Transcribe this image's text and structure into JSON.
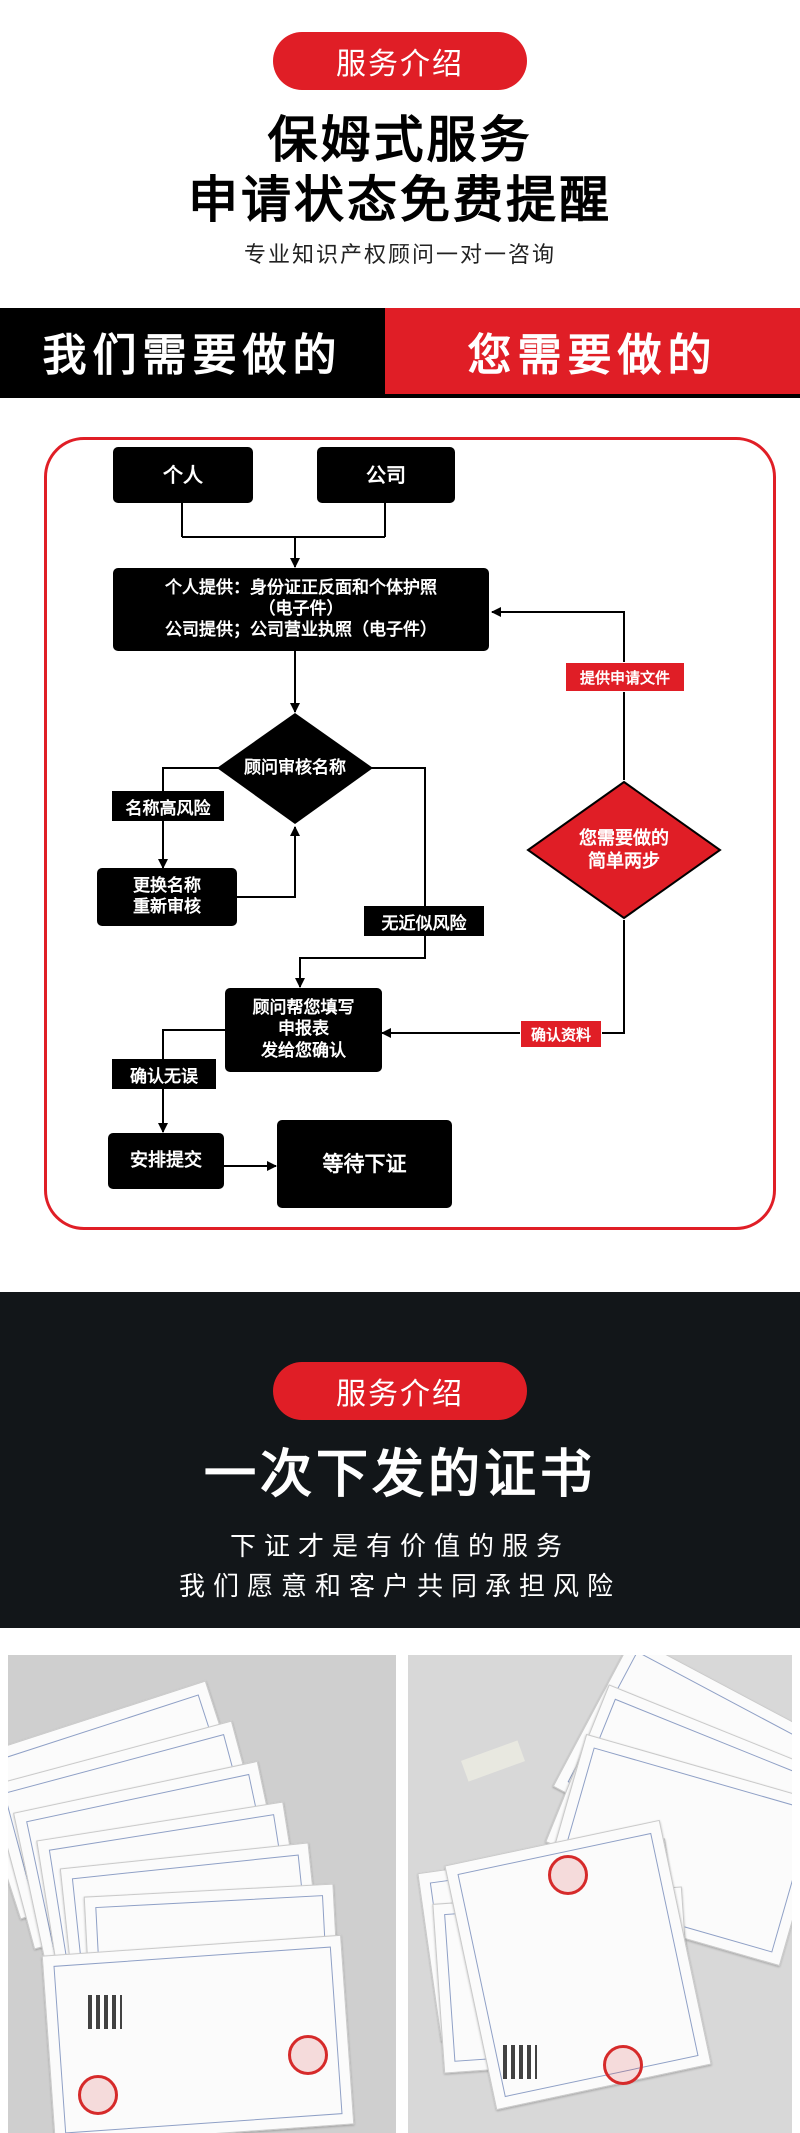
{
  "top": {
    "pill_label": "服务介绍",
    "headline_line1": "保姆式服务",
    "headline_line2": "申请状态免费提醒",
    "subline": "专业知识产权顾问一对一咨询"
  },
  "band": {
    "left_label": "我们需要做的",
    "right_label": "您需要做的"
  },
  "flowchart": {
    "individual": "个人",
    "company": "公司",
    "provide_line1": "个人提供：身份证正反面和个体护照",
    "provide_line2": "（电子件）",
    "provide_line3": "公司提供；公司营业执照（电子件）",
    "review_name": "顾问审核名称",
    "high_risk": "名称高风险",
    "change_name_line1": "更换名称",
    "change_name_line2": "重新审核",
    "no_similar_risk": "无近似风险",
    "fill_line1": "顾问帮您填写",
    "fill_line2": "申报表",
    "fill_line3": "发给您确认",
    "confirmed": "确认无误",
    "arrange_submit": "安排提交",
    "await_cert": "等待下证",
    "provide_docs": "提供申请文件",
    "your_steps_line1": "您需要做的",
    "your_steps_line2": "简单两步",
    "confirm_info": "确认资料"
  },
  "second": {
    "pill_label": "服务介绍",
    "headline": "一次下发的证书",
    "sub_line1": "下证才是有价值的服务",
    "sub_line2": "我们愿意和客户共同承担风险"
  },
  "colors": {
    "accent_red": "#e01e26",
    "black": "#000000",
    "dark_bg": "#121619"
  }
}
